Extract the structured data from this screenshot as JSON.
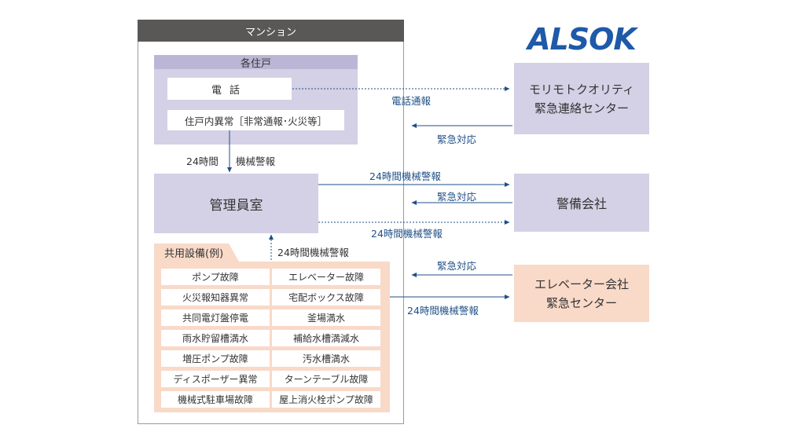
{
  "mansion": {
    "title": "マンション",
    "units": {
      "title": "各住戸",
      "phone": "電話",
      "alarm": "住戸内異常［非常通報･火災等］"
    },
    "management_office": "管理員室",
    "common": {
      "title": "共用設備(例)",
      "left_items": [
        "ポンプ故障",
        "火災報知器異常",
        "共同電灯盤停電",
        "雨水貯留槽満水",
        "増圧ポンプ故障",
        "ディスポーザー異常",
        "機械式駐車場故障"
      ],
      "right_items": [
        "エレベーター故障",
        "宅配ボックス故障",
        "釜場満水",
        "補給水槽満減水",
        "汚水槽満水",
        "ターンテーブル故障",
        "屋上消火栓ポンプ故障"
      ]
    }
  },
  "logo": {
    "text": "ALSOK",
    "color": "#1e5aa8"
  },
  "alsok_center": {
    "line1": "モリモトクオリティ",
    "line2": "緊急連絡センター"
  },
  "security_company": "警備会社",
  "elevator_company": {
    "line1": "エレベーター会社",
    "line2": "緊急センター"
  },
  "labels": {
    "phone_report": "電話通報",
    "emergency_response_1": "緊急対応",
    "hours_24": "24時間",
    "machine_alarm": "機械警報",
    "alarm_24h_to_security": "24時間機械警報",
    "emergency_response_2": "緊急対応",
    "alarm_24h_to_security_2": "24時間機械警報",
    "alarm_24h_common": "24時間機械警報",
    "emergency_response_3": "緊急対応",
    "alarm_24h_to_elevator": "24時間機械警報"
  },
  "colors": {
    "lavender": "#d4d0e5",
    "lavender_dark": "#bcb6d6",
    "peach": "#f9d9c8",
    "header_gray": "#5a5757",
    "arrow_blue": "#1f4f86"
  }
}
